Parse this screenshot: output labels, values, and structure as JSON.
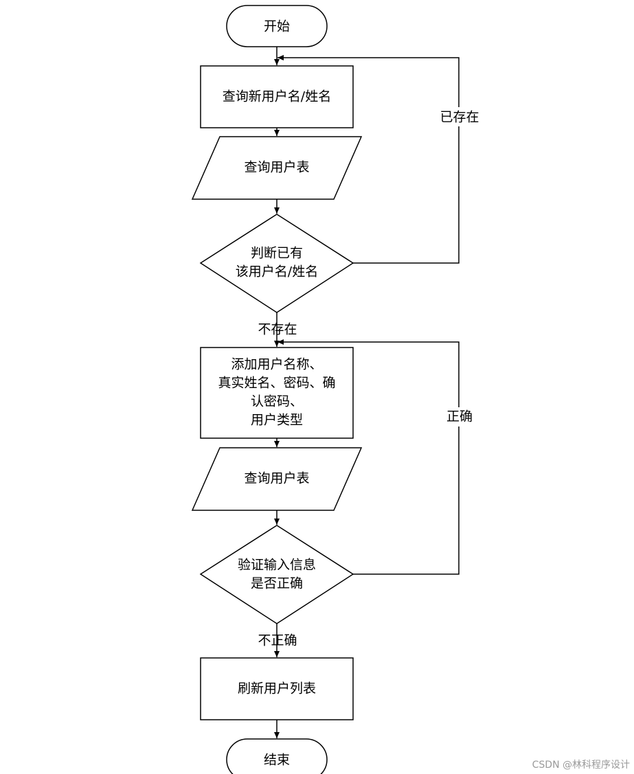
{
  "nodes": {
    "start": "开始",
    "query_name": "查询新用户名/姓名",
    "query_table_1": "查询用户表",
    "decision_exists": [
      "判断已有",
      "该用户名/姓名"
    ],
    "add_user": [
      "添加用户名称、",
      "真实姓名、密码、确",
      "认密码、",
      "用户类型"
    ],
    "query_table_2": "查询用户表",
    "decision_valid": [
      "验证输入信息",
      "是否正确"
    ],
    "refresh": "刷新用户列表",
    "end": "结束"
  },
  "edges": {
    "exists_label": "已存在",
    "not_exists_label": "不存在",
    "correct_label": "正确",
    "incorrect_label": "不正确"
  },
  "watermark": "CSDN @林科程序设计"
}
